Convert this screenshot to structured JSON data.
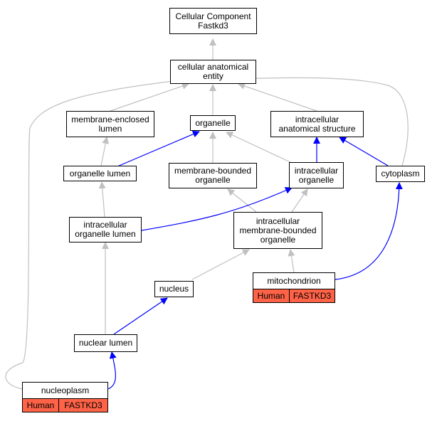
{
  "colors": {
    "is_a_edge": "#c0c0c0",
    "part_of_edge": "#0000ff",
    "annotation_fill": "#ff6347",
    "node_border": "#000000"
  },
  "nodes": {
    "root": "Cellular Component\nFastkd3",
    "cae": "cellular anatomical\nentity",
    "mel": "membrane-enclosed\nlumen",
    "organelle": "organelle",
    "ias": "intracellular\nanatomical structure",
    "ol": "organelle lumen",
    "mbo": "membrane-bounded\norganelle",
    "io": "intracellular\norganelle",
    "cyto": "cytoplasm",
    "iol": "intracellular\norganelle lumen",
    "imbo": "intracellular\nmembrane-bounded\norganelle",
    "nucleus": "nucleus",
    "mito": "mitochondrion",
    "nl": "nuclear lumen",
    "np": "nucleoplasm"
  },
  "annotations": {
    "mito": {
      "species": "Human",
      "gene": "FASTKD3"
    },
    "np": {
      "species": "Human",
      "gene": "FASTKD3"
    }
  }
}
